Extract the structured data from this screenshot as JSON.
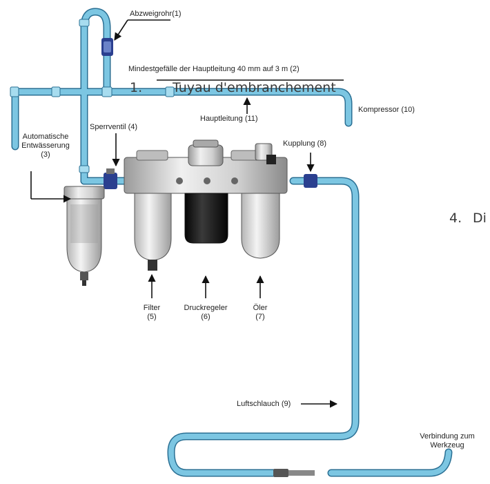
{
  "labels": {
    "abzweigrohr": "Abzweigrohr(1)",
    "mindestgefaelle": "Mindestgefälle der Hauptleitung 40 mm auf 3 m (2)",
    "hauptleitung": "Hauptleitung (11)",
    "kompressor": "Kompressor (10)",
    "sperrventil": "Sperrventil (4)",
    "automatische_1": "Automatische",
    "automatische_2": "Entwässerung",
    "automatische_3": "(3)",
    "kupplung": "Kupplung (8)",
    "filter_1": "Filter",
    "filter_2": "(5)",
    "druckregeler_1": "Druckregeler",
    "druckregeler_2": "(6)",
    "oeler_1": "Öler",
    "oeler_2": "(7)",
    "luftschlauch": "Luftschlauch (9)",
    "verbindung_1": "Verbindung zum",
    "verbindung_2": "Werkzeug"
  },
  "overlay": {
    "item1_number": "1.",
    "item1_text": "Tuyau d'embranchement",
    "item4_number": "4.",
    "item4_text": "Di"
  },
  "colors": {
    "pipe": "#7cc6e2",
    "pipe_outline": "#2a6f93",
    "unit_body": "#d4d4d4",
    "regulator_bowl": "#1c1c1c",
    "fitting": "#2a3f8f"
  }
}
